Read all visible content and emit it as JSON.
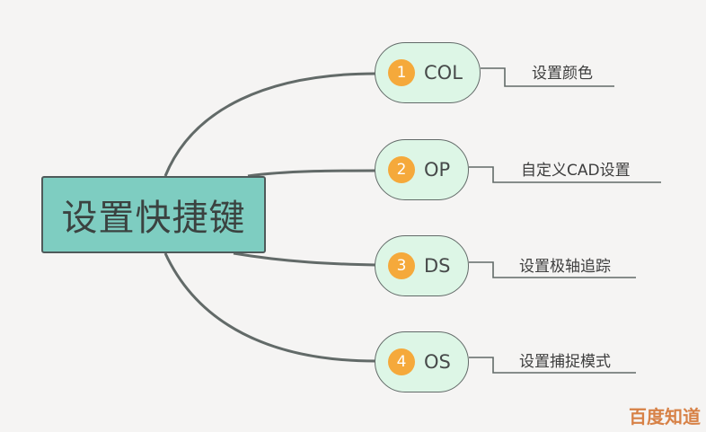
{
  "root": {
    "label": "设置快捷键"
  },
  "branches": [
    {
      "number": "1",
      "code": "COL",
      "description": "设置颜色"
    },
    {
      "number": "2",
      "code": "OP",
      "description": "自定义CAD设置"
    },
    {
      "number": "3",
      "code": "DS",
      "description": "设置极轴追踪"
    },
    {
      "number": "4",
      "code": "OS",
      "description": "设置捕捉模式"
    }
  ],
  "watermark": "百度知道",
  "colors": {
    "background": "#f5f4f3",
    "root_fill": "#7ecdc1",
    "node_fill": "#ddf6e6",
    "badge": "#f5a93b",
    "line": "#626a68"
  }
}
